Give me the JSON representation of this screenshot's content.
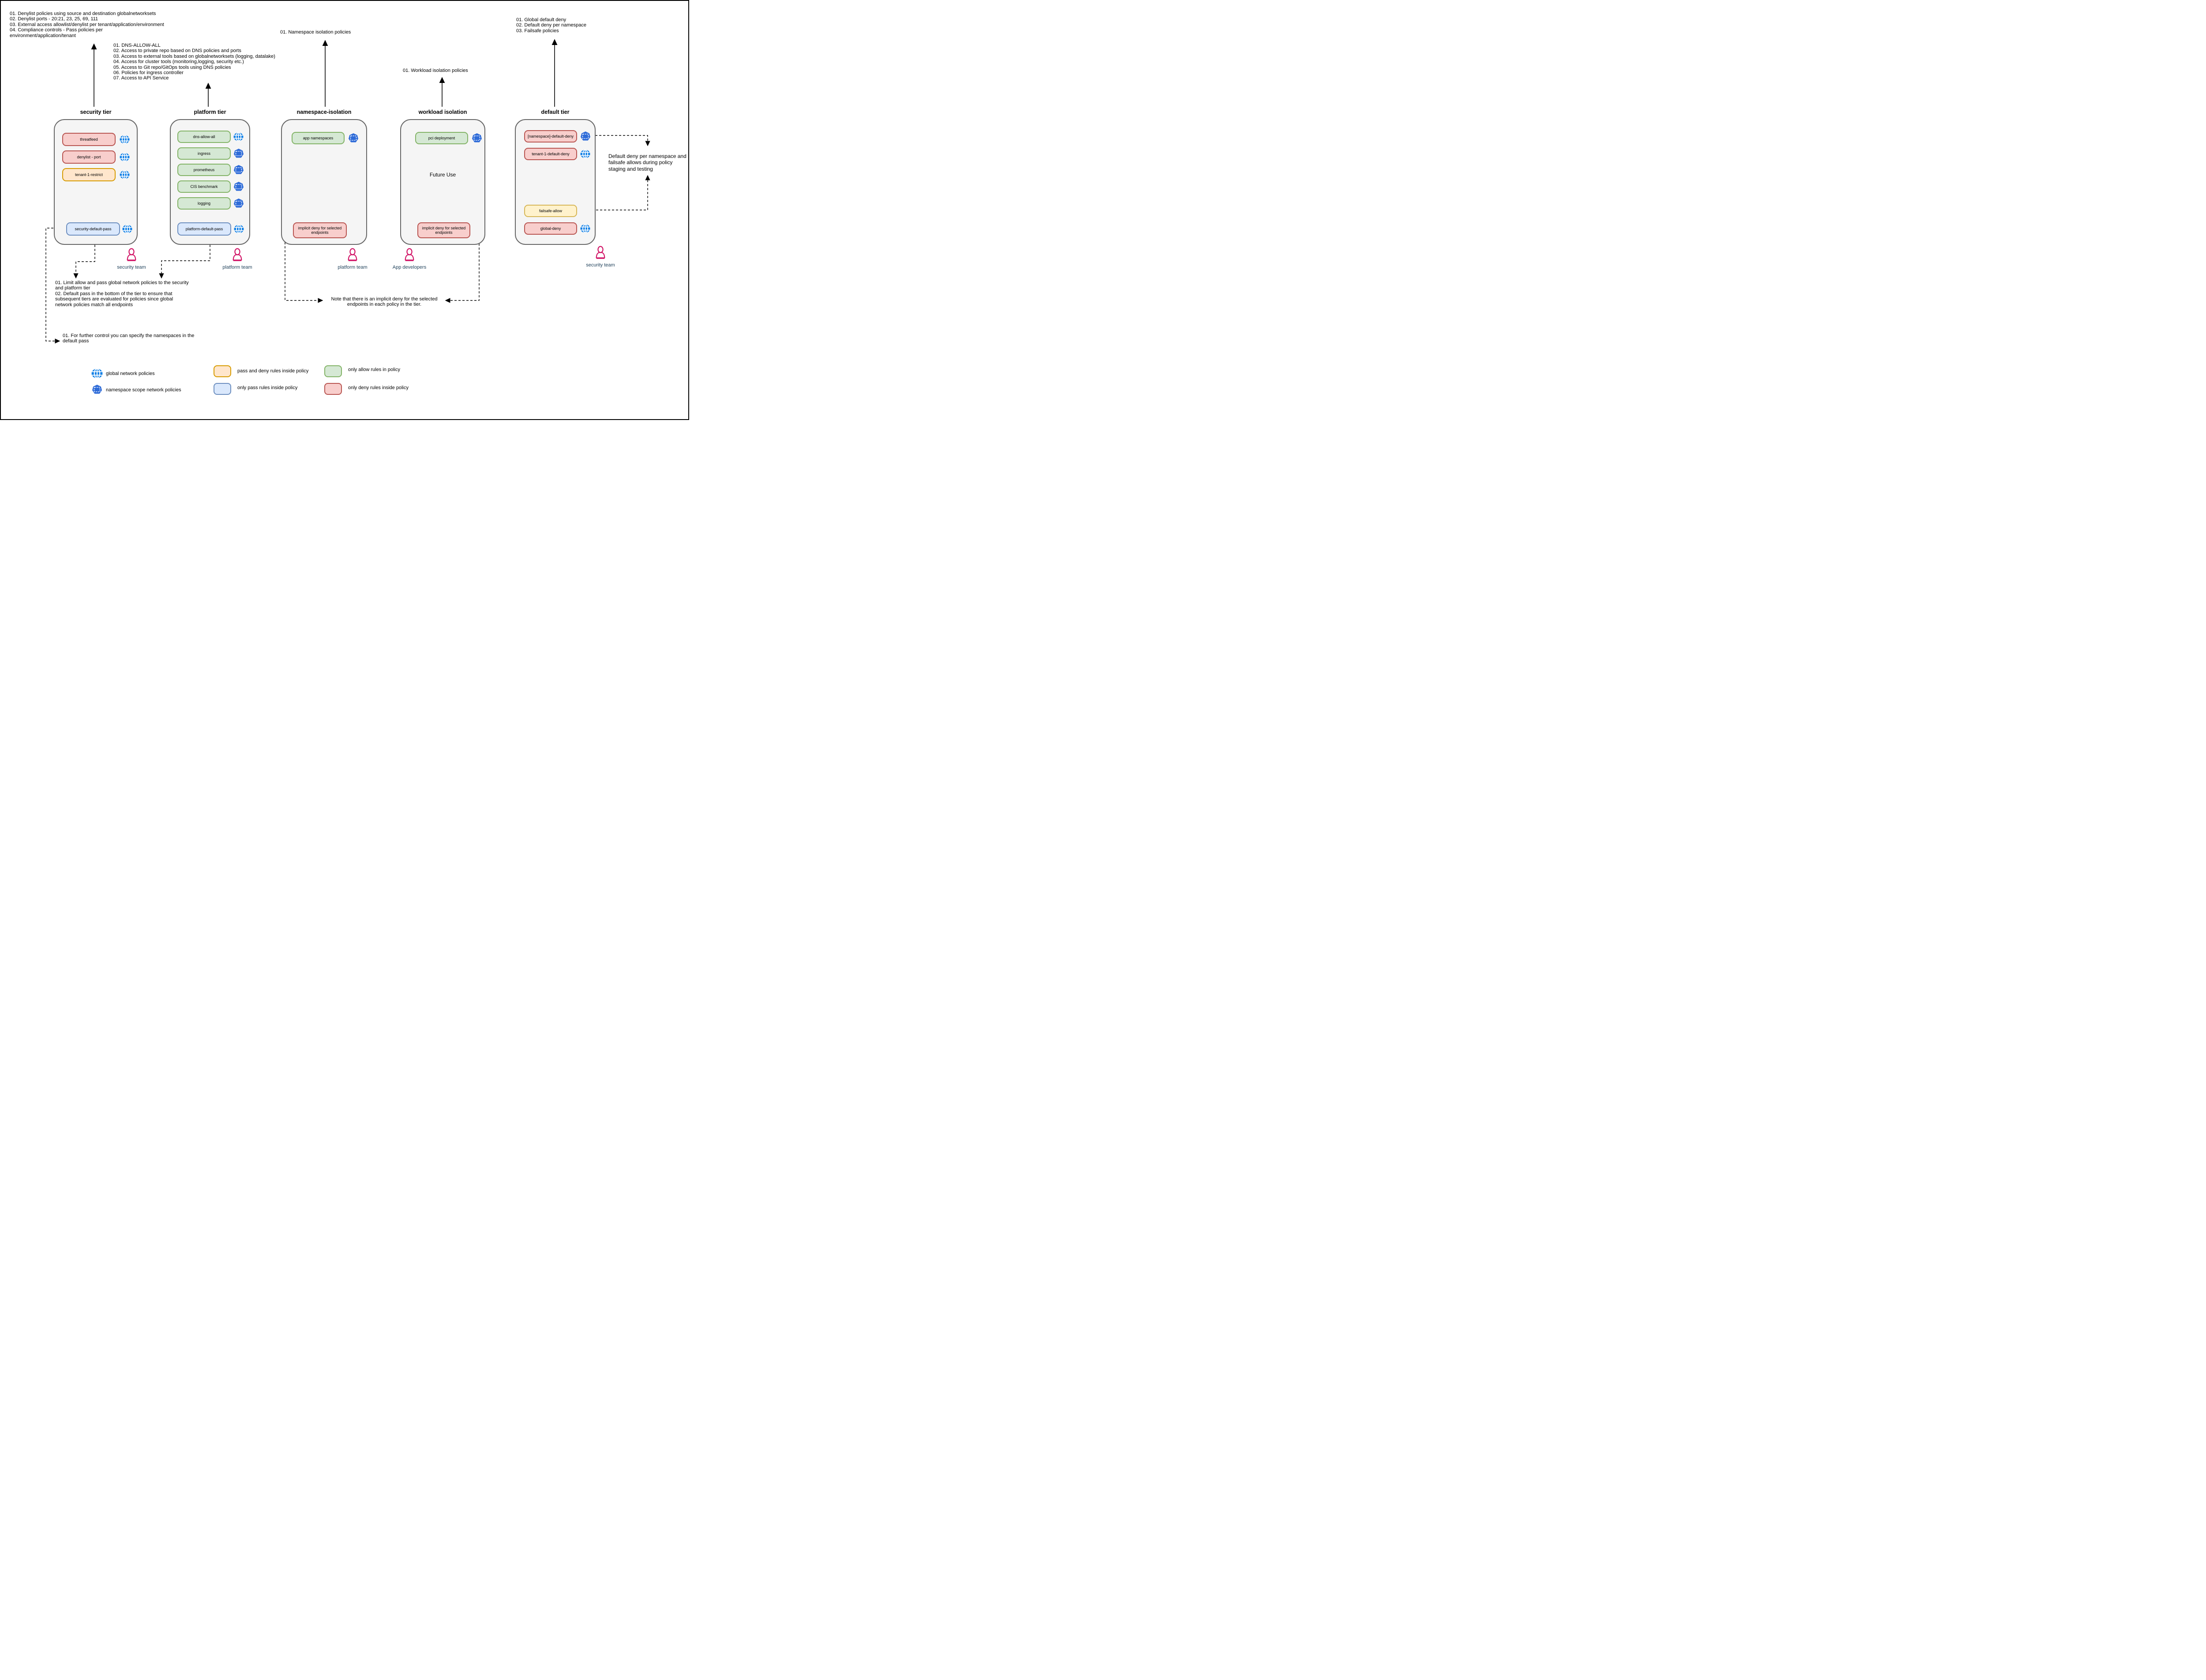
{
  "annotations": {
    "security_tier_notes": "01. Denylist policies using source and destination globalnetworksets\n02. Denylist ports - 20:21, 23, 25, 69, 111\n03. External access allowlist/denylist per tenant/application/environment\n04. Compliance controls - Pass policies per\nenvironment/application/tenant",
    "platform_tier_notes": "01. DNS-ALLOW-ALL\n02. Access to private repo based on DNS policies and ports\n03. Access to external tools based on globalnetworksets (logging, datalake)\n04. Access for cluster tools (monitoring,logging, security etc.)\n05. Access to Git repo/GitOps tools using DNS policies\n06. Policies for ingress controller\n07. Access to API Service",
    "namespace_isolation_note": "01. Namespace isolation policies",
    "workload_isolation_note": "01. Workload isolation policies",
    "default_tier_notes": "01. Global default deny\n02. Default deny per namespace\n03. Failsafe policies",
    "limit_pass_notes": "01. Limit allow and pass global network policies to the security\nand platform tier\n02. Default pass in the bottom of the tier to ensure that\nsubsequent tiers are evaluated for policies since global\nnetwork policies match all endpoints",
    "further_control_note": "01. For further control you can specify the namespaces in the\ndefault pass",
    "implicit_deny_note": "Note that there is an implicit deny for the selected\nendpoints in each policy in the tier.",
    "default_deny_failsafe_note": "Default deny per namespace and\nfailsafe allows during policy\nstaging and testing"
  },
  "tiers": [
    {
      "title": "security tier",
      "team": "security team",
      "policies": [
        {
          "label": "threatfeed",
          "icon": "globe-icon"
        },
        {
          "label": "denylist - port",
          "icon": "globe-icon"
        },
        {
          "label": "tenant-1-restrict",
          "icon": "globe-icon"
        },
        {
          "label": "security-default-pass",
          "icon": "globe-icon"
        }
      ]
    },
    {
      "title": "platform tier",
      "team": "platform team",
      "policies": [
        {
          "label": "dns-allow-all",
          "icon": "globe-icon"
        },
        {
          "label": "ingress",
          "icon": "namespace-icon"
        },
        {
          "label": "prometheus",
          "icon": "namespace-icon"
        },
        {
          "label": "CIS benchmark",
          "icon": "namespace-icon"
        },
        {
          "label": "logging",
          "icon": "namespace-icon"
        },
        {
          "label": "platform-default-pass",
          "icon": "globe-icon"
        }
      ]
    },
    {
      "title": "namespace-isolation",
      "team": "platform team",
      "policies": [
        {
          "label": "app namespaces",
          "icon": "namespace-icon"
        },
        {
          "label": "implicit deny for selected endpoints",
          "icon": null
        }
      ]
    },
    {
      "title": "workload isolation",
      "team": "App developers",
      "center_label": "Future Use",
      "policies": [
        {
          "label": "pci deployment",
          "icon": "namespace-icon"
        },
        {
          "label": "implicit deny for selected endpoints",
          "icon": null
        }
      ]
    },
    {
      "title": "default tier",
      "team": "security team",
      "policies": [
        {
          "label": "[namespace]-default-deny",
          "icon": "namespace-icon"
        },
        {
          "label": "tenant-1-default-deny",
          "icon": "globe-icon"
        },
        {
          "label": "failsafe-allow",
          "icon": null
        },
        {
          "label": "global-deny",
          "icon": "globe-icon"
        }
      ]
    }
  ],
  "legend": {
    "items": [
      {
        "icon": "globe-icon",
        "label": "global network policies"
      },
      {
        "icon": "namespace-icon",
        "label": "namespace scope network policies"
      },
      {
        "swatch": "orange",
        "label": "pass and deny rules inside policy"
      },
      {
        "swatch": "green",
        "label": "only allow rules in policy"
      },
      {
        "swatch": "blue",
        "label": "only pass rules inside policy"
      },
      {
        "swatch": "red",
        "label": "only deny rules inside policy"
      }
    ]
  },
  "colors": {
    "deny_fill": "#f8cecc",
    "deny_stroke": "#b85450",
    "allow_fill": "#d5e8d4",
    "allow_stroke": "#82b366",
    "pass_fill": "#dae8fc",
    "pass_stroke": "#6c8ebf",
    "pass_deny_fill": "#ffe6cc",
    "pass_deny_stroke": "#d79b00",
    "failsafe_fill": "#fff2cc",
    "failsafe_stroke": "#d6b656",
    "tier_fill": "#f5f5f5",
    "tier_stroke": "#666666",
    "globe_blue": "#1180e6",
    "namespace_blue": "#2e6bd8",
    "person_pink": "#d11466",
    "team_label_color": "#23445d"
  }
}
